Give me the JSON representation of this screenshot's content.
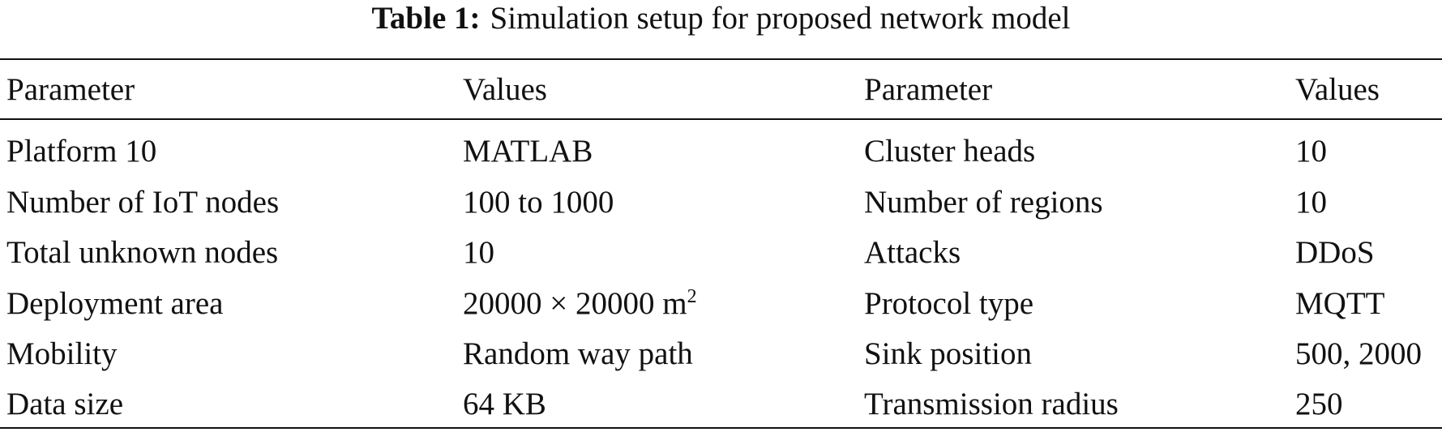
{
  "caption": {
    "label": "Table 1:",
    "text": "Simulation setup for proposed network model"
  },
  "table": {
    "headers": [
      "Parameter",
      "Values",
      "Parameter",
      "Values"
    ],
    "rows": [
      {
        "p1": "Platform 10",
        "v1": "MATLAB",
        "p2": "Cluster heads",
        "v2": "10"
      },
      {
        "p1": "Number of IoT nodes",
        "v1": "100 to 1000",
        "p2": "Number of regions",
        "v2": "10"
      },
      {
        "p1": "Total unknown nodes",
        "v1": "10",
        "p2": "Attacks",
        "v2": "DDoS"
      },
      {
        "p1": "Deployment area",
        "v1": "20000 × 20000 m",
        "v1_sup": "2",
        "p2": "Protocol type",
        "v2": "MQTT"
      },
      {
        "p1": "Mobility",
        "v1": "Random way path",
        "p2": "Sink position",
        "v2": "500, 2000"
      },
      {
        "p1": "Data size",
        "v1": "64 KB",
        "p2": "Transmission radius",
        "v2": "250"
      }
    ]
  }
}
